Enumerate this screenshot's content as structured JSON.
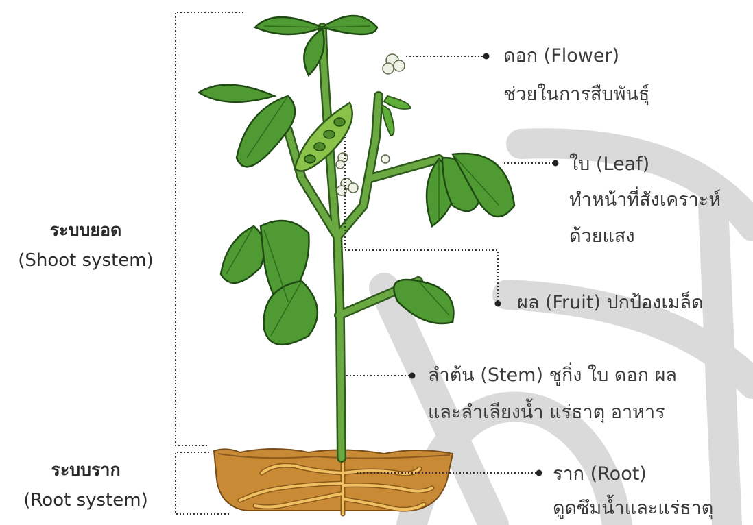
{
  "systems": {
    "shoot": {
      "thai": "ระบบยอด",
      "english": "(Shoot system)"
    },
    "root": {
      "thai": "ระบบราก",
      "english": "(Root system)"
    }
  },
  "parts": {
    "flower": {
      "title": "ดอก (Flower)",
      "desc": "ช่วยในการสืบพันธุ์"
    },
    "leaf": {
      "title": "ใบ (Leaf)",
      "desc1": "ทำหน้าที่สังเคราะห์",
      "desc2": "ด้วยแสง"
    },
    "fruit": {
      "title": "ผล (Fruit) ปกป้องเมล็ด"
    },
    "stem": {
      "title": "ลำต้น (Stem) ชูกิ่ง ใบ ดอก ผล",
      "desc": "และลำเลียงน้ำ แร่ธาตุ อาหาร"
    },
    "root": {
      "title": "ราก (Root)",
      "desc": "ดูดซึมน้ำและแร่ธาตุ"
    }
  },
  "colors": {
    "leaf": "#4f9a32",
    "leaf_dark": "#2e6b1c",
    "stem": "#5c9a3a",
    "soil": "#c98a36",
    "root": "#e6b452",
    "flower": "#e8eee0",
    "watermark": "#cfcfcf",
    "leader": "#333333"
  }
}
